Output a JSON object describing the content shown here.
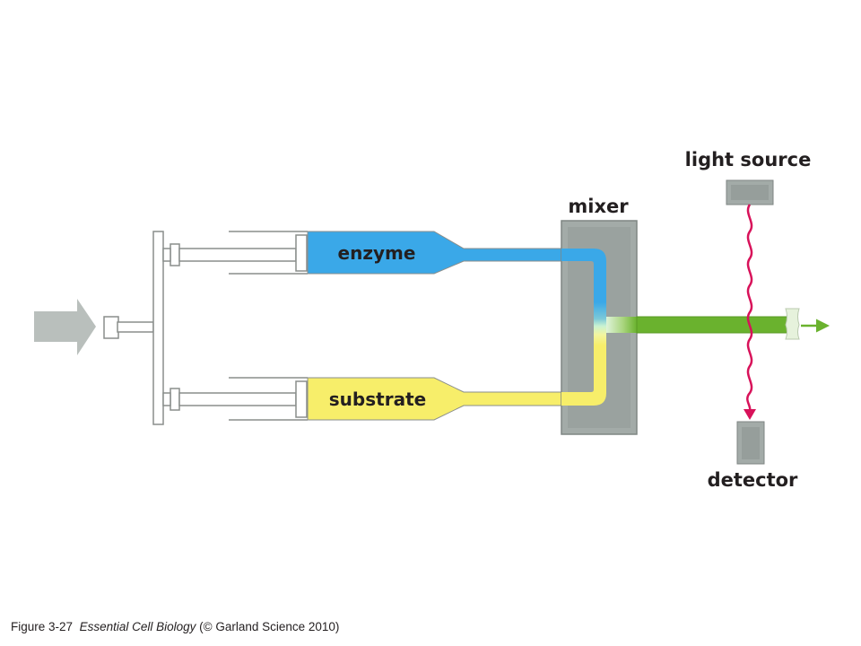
{
  "labels": {
    "enzyme": "enzyme",
    "substrate": "substrate",
    "mixer": "mixer",
    "light_source": "light source",
    "detector": "detector"
  },
  "caption": {
    "figure": "Figure 3-27",
    "book": "Essential Cell Biology",
    "credit": "(© Garland Science 2010)"
  },
  "colors": {
    "enzyme": "#3aa8e8",
    "substrate": "#f7ee6a",
    "mixed": "#6ab22e",
    "mixer": "#a3aba8",
    "wave": "#d8125a",
    "arrow": "#b9bfbc"
  }
}
